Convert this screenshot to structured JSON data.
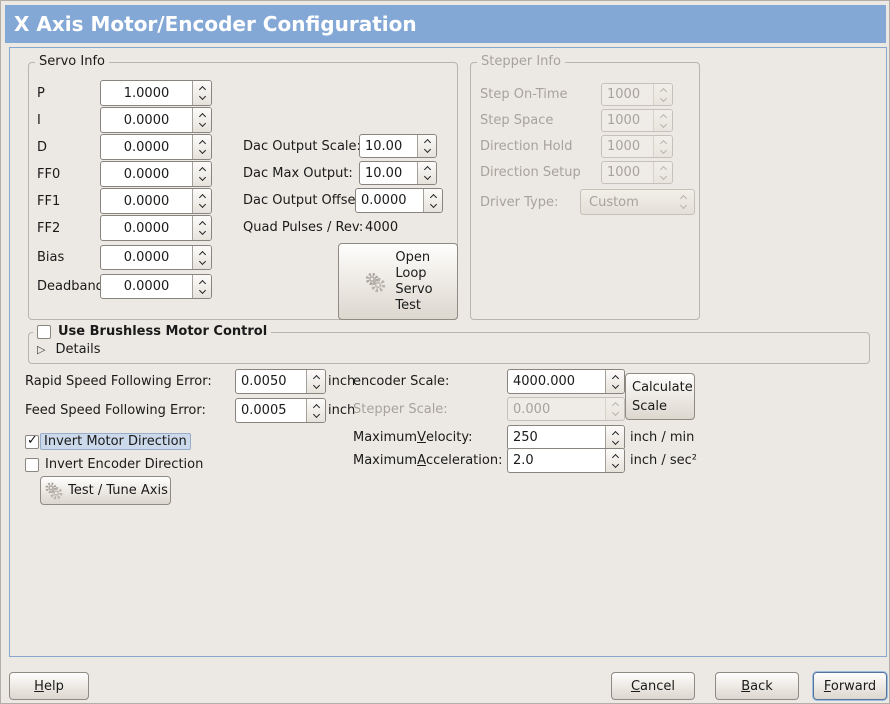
{
  "window": {
    "title": "X Axis Motor/Encoder Configuration"
  },
  "colors": {
    "titlebar": "#84a8d6",
    "panel_border": "#87a7cc",
    "focus_ring": "#54749c",
    "highlight": "#cbd9ea"
  },
  "servo_frame": {
    "legend": "Servo Info",
    "rows": [
      {
        "label": "P",
        "value": "1.0000"
      },
      {
        "label": "I",
        "value": "0.0000"
      },
      {
        "label": "D",
        "value": "0.0000"
      },
      {
        "label": "FF0",
        "value": "0.0000"
      },
      {
        "label": "FF1",
        "value": "0.0000"
      },
      {
        "label": "FF2",
        "value": "0.0000"
      },
      {
        "label": "Bias",
        "value": "0.0000"
      },
      {
        "label": "Deadband",
        "value": "0.0000"
      }
    ]
  },
  "dac": {
    "scale_label": "Dac Output Scale:",
    "scale_value": "10.00",
    "max_label": "Dac Max Output:",
    "max_value": "10.00",
    "offset_label": "Dac Output Offset:",
    "offset_value": "0.0000",
    "quad_label": "Quad Pulses / Rev:",
    "quad_value": "4000",
    "open_loop_button": "Open\nLoop\nServo\nTest"
  },
  "stepper_frame": {
    "legend": "Stepper Info",
    "rows": [
      {
        "label": "Step On-Time",
        "value": "1000"
      },
      {
        "label": "Step Space",
        "value": "1000"
      },
      {
        "label": "Direction Hold",
        "value": "1000"
      },
      {
        "label": "Direction Setup",
        "value": "1000"
      }
    ],
    "driver_type_label": "Driver Type:",
    "driver_type_value": "Custom"
  },
  "brushless": {
    "checkbox_label": "Use Brushless Motor Control",
    "checkbox_checked": false,
    "details_label": "Details"
  },
  "following_error": {
    "rapid_label": "Rapid Speed Following Error:",
    "rapid_value": "0.0050",
    "rapid_unit": "inch",
    "feed_label": "Feed Speed Following Error:",
    "feed_value": "0.0005",
    "feed_unit": "inch"
  },
  "scales": {
    "encoder_label": "encoder Scale:",
    "encoder_value": "4000.000",
    "calculate_button": "Calculate\nScale",
    "stepper_label": "Stepper Scale:",
    "stepper_value": "0.000",
    "velocity_label": {
      "pre": "Maximum ",
      "key": "V",
      "post": "elocity:"
    },
    "velocity_value": "250",
    "velocity_unit": "inch / min",
    "accel_label": {
      "pre": "Maximum ",
      "key": "A",
      "post": "cceleration:"
    },
    "accel_value": "2.0",
    "accel_unit": "inch / sec²"
  },
  "direction": {
    "invert_motor_label": "Invert Motor Direction",
    "invert_motor_checked": true,
    "invert_encoder_label": "Invert Encoder Direction",
    "invert_encoder_checked": false,
    "test_tune_button": "Test / Tune Axis"
  },
  "footer": {
    "help": {
      "pre": "",
      "key": "H",
      "post": "elp"
    },
    "cancel": {
      "pre": "",
      "key": "C",
      "post": "ancel"
    },
    "back": {
      "pre": "",
      "key": "B",
      "post": "ack"
    },
    "forward": {
      "pre": "",
      "key": "F",
      "post": "orward"
    }
  }
}
